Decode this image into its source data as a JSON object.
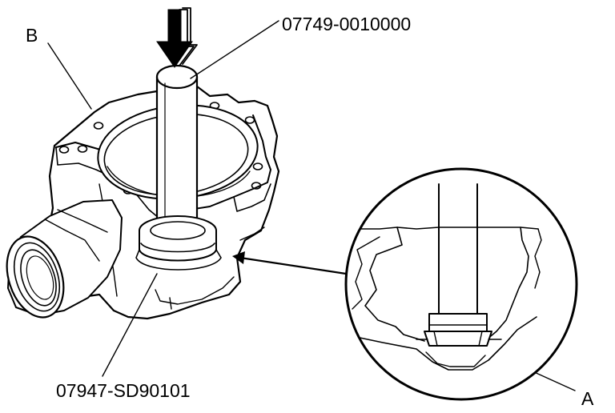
{
  "labels": {
    "tool_driver": "07749-0010000",
    "tool_attachment": "07947-SD90101",
    "part_a": "A",
    "part_b": "B"
  },
  "colors": {
    "line": "#000000",
    "background": "#ffffff"
  },
  "icons": {
    "press_direction": "down-arrow-icon"
  }
}
